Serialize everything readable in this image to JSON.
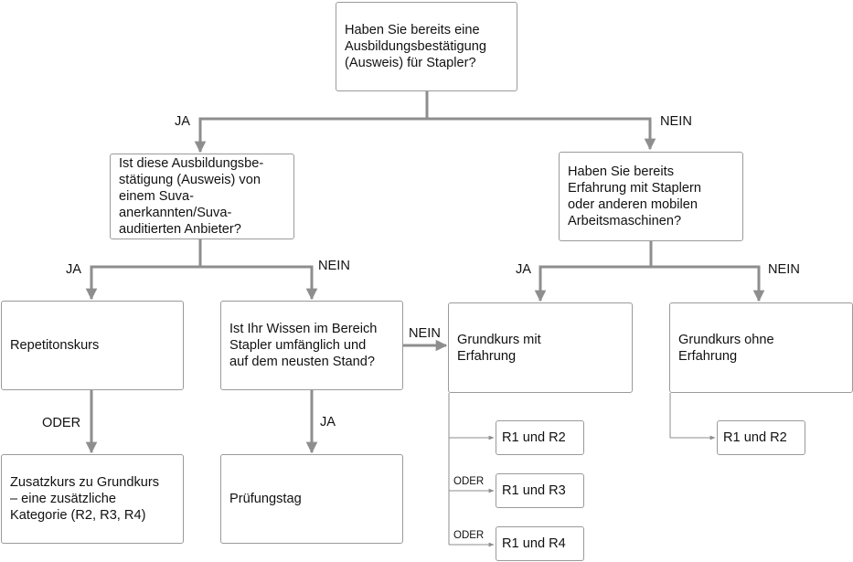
{
  "colors": {
    "edge": "#8e8e8e",
    "node_border": "#9a9a9a",
    "text": "#111111"
  },
  "nodes": {
    "q_ausweis": "Haben Sie bereits eine\nAusbildungsbestätigung\n(Ausweis) für Stapler?",
    "q_suva": "Ist diese Ausbildungsbe-\nstätigung (Ausweis) von\neinem Suva-\nanerkannten/Suva-\nauditierten Anbieter?",
    "q_erfahrung": "Haben Sie bereits\nErfahrung mit Staplern\noder anderen mobilen\nArbeitsmaschinen?",
    "repetitionskurs": "Repetitonskurs",
    "q_wissen": "Ist Ihr Wissen im Bereich\nStapler umfänglich und\nauf dem neusten Stand?",
    "grundkurs_mit": "Grundkurs mit\nErfahrung",
    "grundkurs_ohne": "Grundkurs ohne\nErfahrung",
    "zusatzkurs": "Zusatzkurs zu Grundkurs\n– eine zusätzliche\nKategorie (R2, R3, R4)",
    "pruefungstag": "Prüfungstag",
    "r1r2_a": "R1 und R2",
    "r1r3": "R1 und R3",
    "r1r4": "R1 und R4",
    "r1r2_b": "R1 und R2"
  },
  "edge_labels": {
    "ja_1": "JA",
    "nein_1": "NEIN",
    "ja_2": "JA",
    "nein_2": "NEIN",
    "ja_3": "JA",
    "nein_3": "NEIN",
    "oder_1": "ODER",
    "nein_4": "NEIN",
    "ja_4": "JA",
    "oder_2": "ODER",
    "oder_3": "ODER"
  }
}
